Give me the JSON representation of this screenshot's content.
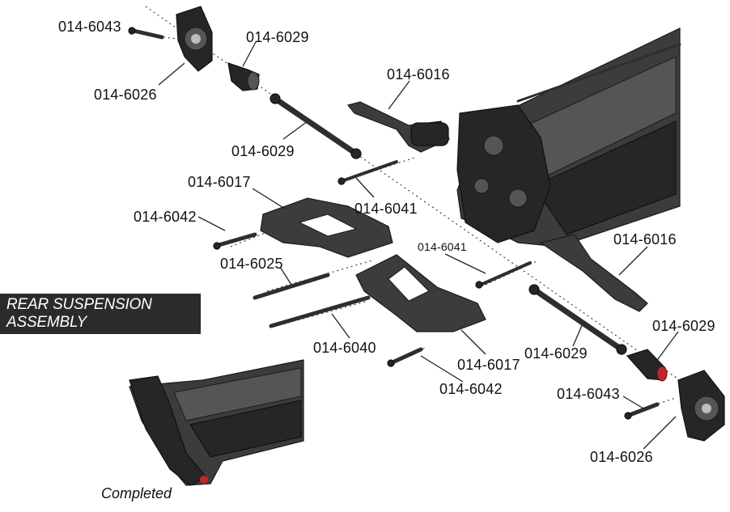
{
  "title": "REAR SUSPENSION ASSEMBLY",
  "completed_label": "Completed",
  "colors": {
    "banner_bg": "#2b2b2b",
    "parts": "#3c3c3c",
    "accent_red": "#c0282b"
  },
  "parts": [
    {
      "id": "p1",
      "label": "014-6043"
    },
    {
      "id": "p2",
      "label": "014-6029"
    },
    {
      "id": "p3",
      "label": "014-6026"
    },
    {
      "id": "p4",
      "label": "014-6016"
    },
    {
      "id": "p5",
      "label": "014-6029"
    },
    {
      "id": "p6",
      "label": "014-6017"
    },
    {
      "id": "p7",
      "label": "014-6041"
    },
    {
      "id": "p8",
      "label": "014-6042"
    },
    {
      "id": "p9",
      "label": "014-6041"
    },
    {
      "id": "p10",
      "label": "014-6016"
    },
    {
      "id": "p11",
      "label": "014-6025"
    },
    {
      "id": "p12",
      "label": "014-6029"
    },
    {
      "id": "p13",
      "label": "014-6040"
    },
    {
      "id": "p14",
      "label": "014-6017"
    },
    {
      "id": "p15",
      "label": "014-6029"
    },
    {
      "id": "p16",
      "label": "014-6042"
    },
    {
      "id": "p17",
      "label": "014-6043"
    },
    {
      "id": "p18",
      "label": "014-6026"
    }
  ]
}
